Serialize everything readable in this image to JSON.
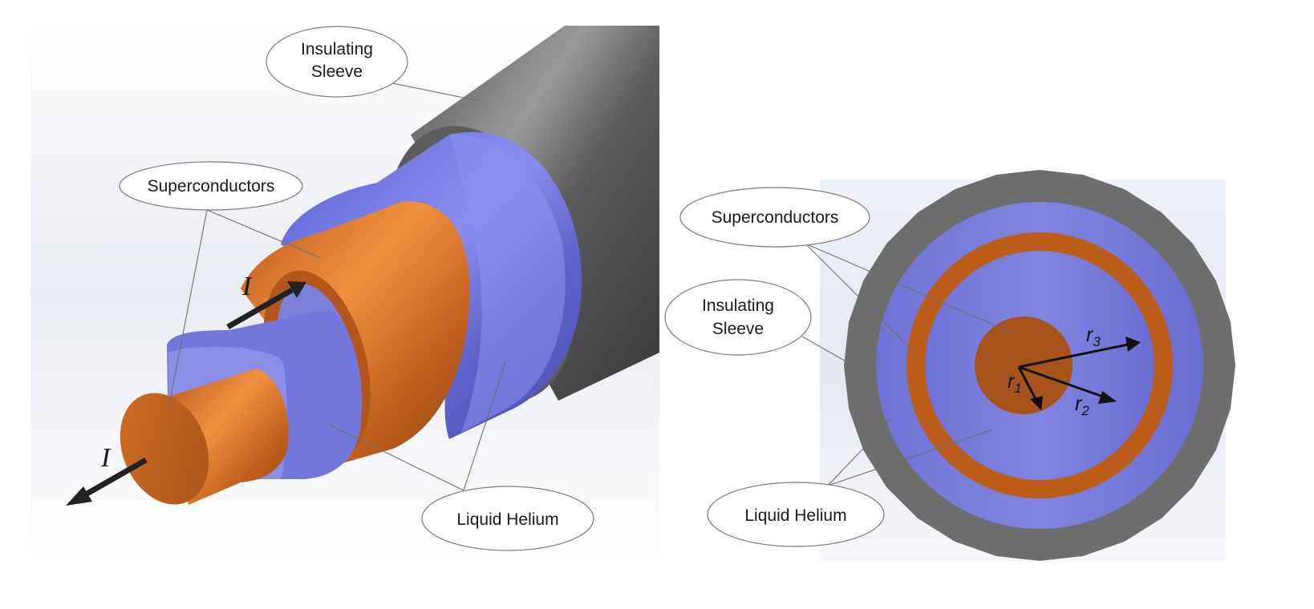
{
  "left_panel": {
    "labels": {
      "insulating_sleeve": [
        "Insulating",
        "Sleeve"
      ],
      "superconductors": "Superconductors",
      "liquid_helium": "Liquid Helium"
    },
    "current_symbol": "I"
  },
  "right_panel": {
    "labels": {
      "superconductors": "Superconductors",
      "insulating_sleeve": [
        "Insulating",
        "Sleeve"
      ],
      "liquid_helium": "Liquid Helium"
    },
    "radii": [
      {
        "symbol": "r",
        "subscript": "1"
      },
      {
        "symbol": "r",
        "subscript": "2"
      },
      {
        "symbol": "r",
        "subscript": "3"
      }
    ]
  },
  "colors": {
    "superconductor": "#c0601f",
    "liquid_helium": "#6b6fd6",
    "insulating_sleeve": "#6e6e6e",
    "arrow": "#222222"
  }
}
